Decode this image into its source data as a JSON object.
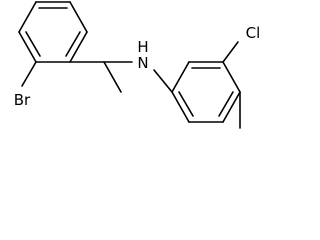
{
  "atoms": {
    "br": "Br",
    "nh": "H",
    "n": "N",
    "cl": "Cl"
  },
  "colors": {
    "bond": "#000000",
    "background": "#ffffff"
  }
}
